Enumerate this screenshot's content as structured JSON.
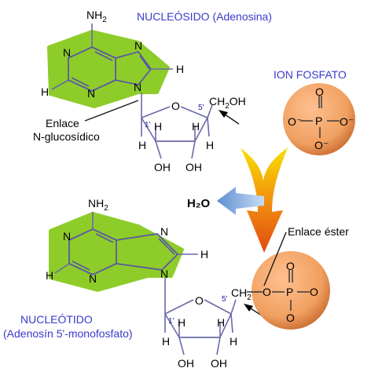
{
  "labels": {
    "nucleoside": "NUCLEÓSIDO  (Adenosina)",
    "phosphate_ion": "ION FOSFATO",
    "glycosidic_bond_line1": "Enlace",
    "glycosidic_bond_line2": "N-glucosídico",
    "water": "H₂O",
    "ester_bond": "Enlace éster",
    "nucleotide_line1": "NUCLEÓTIDO",
    "nucleotide_line2": "(Adenosín 5'-monofosfato)"
  },
  "atoms": {
    "nh2": "NH",
    "nh2_sub": "2",
    "n": "N",
    "h": "H",
    "o": "O",
    "oh": "OH",
    "p": "P",
    "o_minus": "O⁻",
    "ch2oh": "CH",
    "ch2oh_sub": "2",
    "ch2oh_tail": "OH",
    "ch2": "CH",
    "ch2_sub": "2",
    "five_prime": "5'",
    "one_prime": "1'"
  },
  "colors": {
    "label_blue": "#3a3acc",
    "base_green": "#8ecc2a",
    "phosphate_orange": "#f0a060",
    "arrow_yellow": "#f5d400",
    "arrow_orange": "#e85a10",
    "water_arrow_blue": "#7aa6dc"
  }
}
